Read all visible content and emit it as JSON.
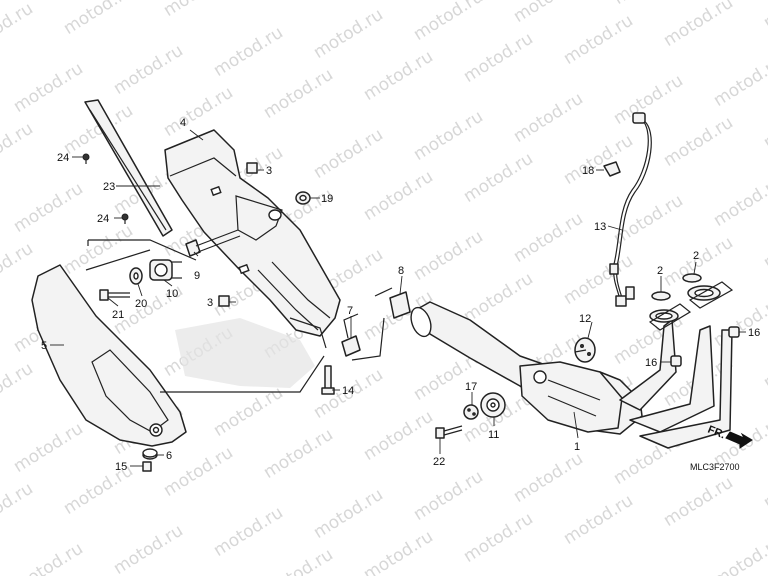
{
  "watermark": {
    "text": "motod.ru"
  },
  "callouts": {
    "n1": "1",
    "n2a": "2",
    "n2b": "2",
    "n3a": "3",
    "n3b": "3",
    "n4": "4",
    "n5": "5",
    "n6": "6",
    "n7": "7",
    "n8": "8",
    "n9": "9",
    "n10": "10",
    "n11": "11",
    "n12": "12",
    "n13": "13",
    "n14": "14",
    "n15": "15",
    "n16a": "16",
    "n16b": "16",
    "n17": "17",
    "n18": "18",
    "n19": "19",
    "n20": "20",
    "n21": "21",
    "n22": "22",
    "n23": "23",
    "n24a": "24",
    "n24b": "24"
  },
  "direction_label": "FR.",
  "diagram_code": "MLC3F2700"
}
